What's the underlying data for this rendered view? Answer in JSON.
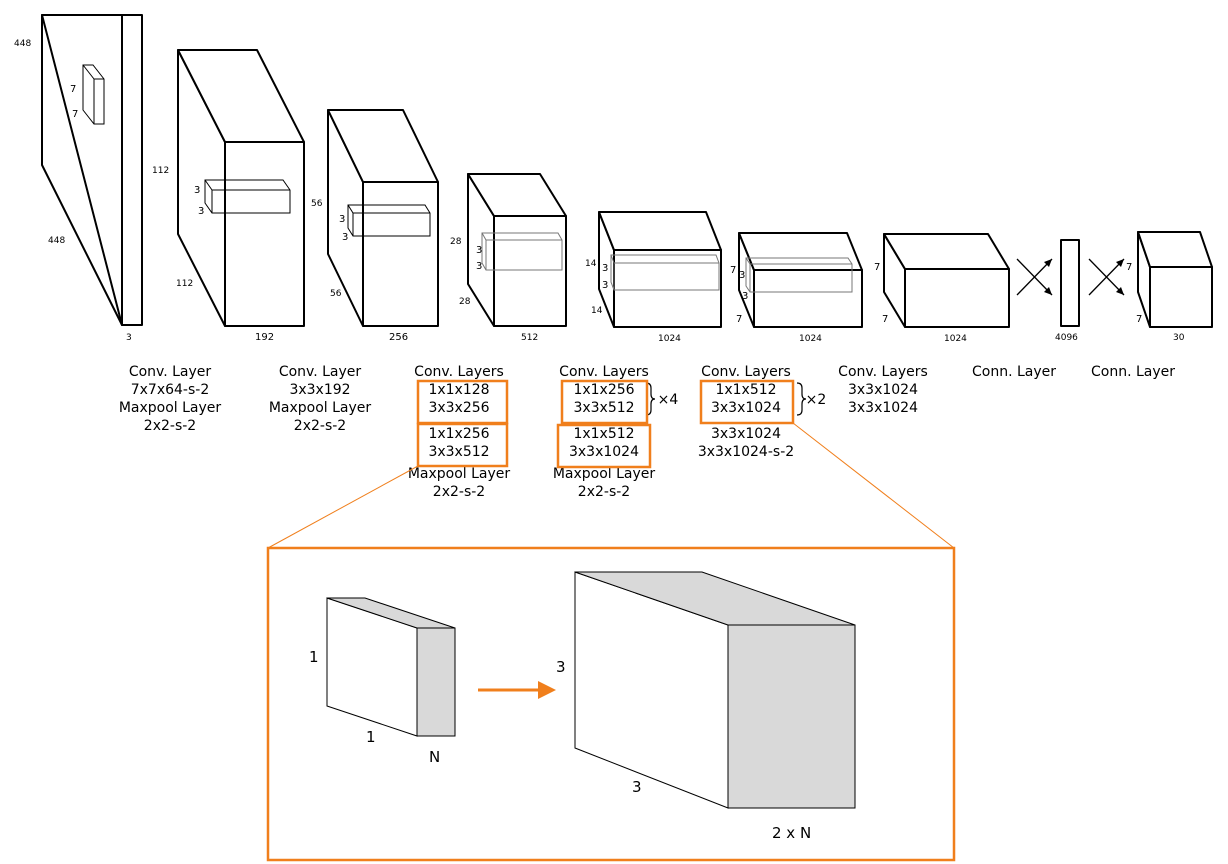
{
  "blocks": {
    "input": {
      "height": "448",
      "width": "448",
      "depth": "3",
      "kernel_h": "7",
      "kernel_w": "7"
    },
    "b1": {
      "height": "112",
      "width": "112",
      "depth": "192",
      "kernel_h": "3",
      "kernel_w": "3"
    },
    "b2": {
      "height": "56",
      "width": "56",
      "depth": "256",
      "kernel_h": "3",
      "kernel_w": "3"
    },
    "b3": {
      "height": "28",
      "width": "28",
      "depth": "512",
      "kernel_h": "3",
      "kernel_w": "3"
    },
    "b4": {
      "height": "14",
      "width": "14",
      "depth": "1024",
      "kernel_h": "3",
      "kernel_w": "3"
    },
    "b5": {
      "height": "7",
      "width": "7",
      "depth": "1024",
      "kernel_h": "3",
      "kernel_w": "3"
    },
    "b6": {
      "height": "7",
      "width": "7",
      "depth": "1024"
    },
    "fc": {
      "depth": "4096"
    },
    "out": {
      "height": "7",
      "width": "7",
      "depth": "30"
    }
  },
  "captions": {
    "c1": [
      "Conv. Layer",
      "7x7x64-s-2",
      "Maxpool Layer",
      "2x2-s-2"
    ],
    "c2": [
      "Conv. Layer",
      "3x3x192",
      "Maxpool Layer",
      "2x2-s-2"
    ],
    "c3": [
      "Conv. Layers",
      "1x1x128",
      "3x3x256",
      "1x1x256",
      "3x3x512",
      "Maxpool Layer",
      "2x2-s-2"
    ],
    "c4": [
      "Conv. Layers",
      "1x1x256",
      "3x3x512",
      "×4",
      "1x1x512",
      "3x3x1024",
      "Maxpool Layer",
      "2x2-s-2"
    ],
    "c5": [
      "Conv. Layers",
      "1x1x512",
      "3x3x1024",
      "×2",
      "3x3x1024",
      "3x3x1024-s-2"
    ],
    "c6": [
      "Conv. Layers",
      "3x3x1024",
      "3x3x1024"
    ],
    "c7": [
      "Conn. Layer"
    ],
    "c8": [
      "Conn. Layer"
    ]
  },
  "zoom": {
    "small_height": "1",
    "small_width": "1",
    "small_depth": "N",
    "large_height": "3",
    "large_width": "3",
    "large_depth": "2 x N"
  },
  "colors": {
    "highlight": "#f07f1c",
    "shade": "#d9d9d9"
  }
}
